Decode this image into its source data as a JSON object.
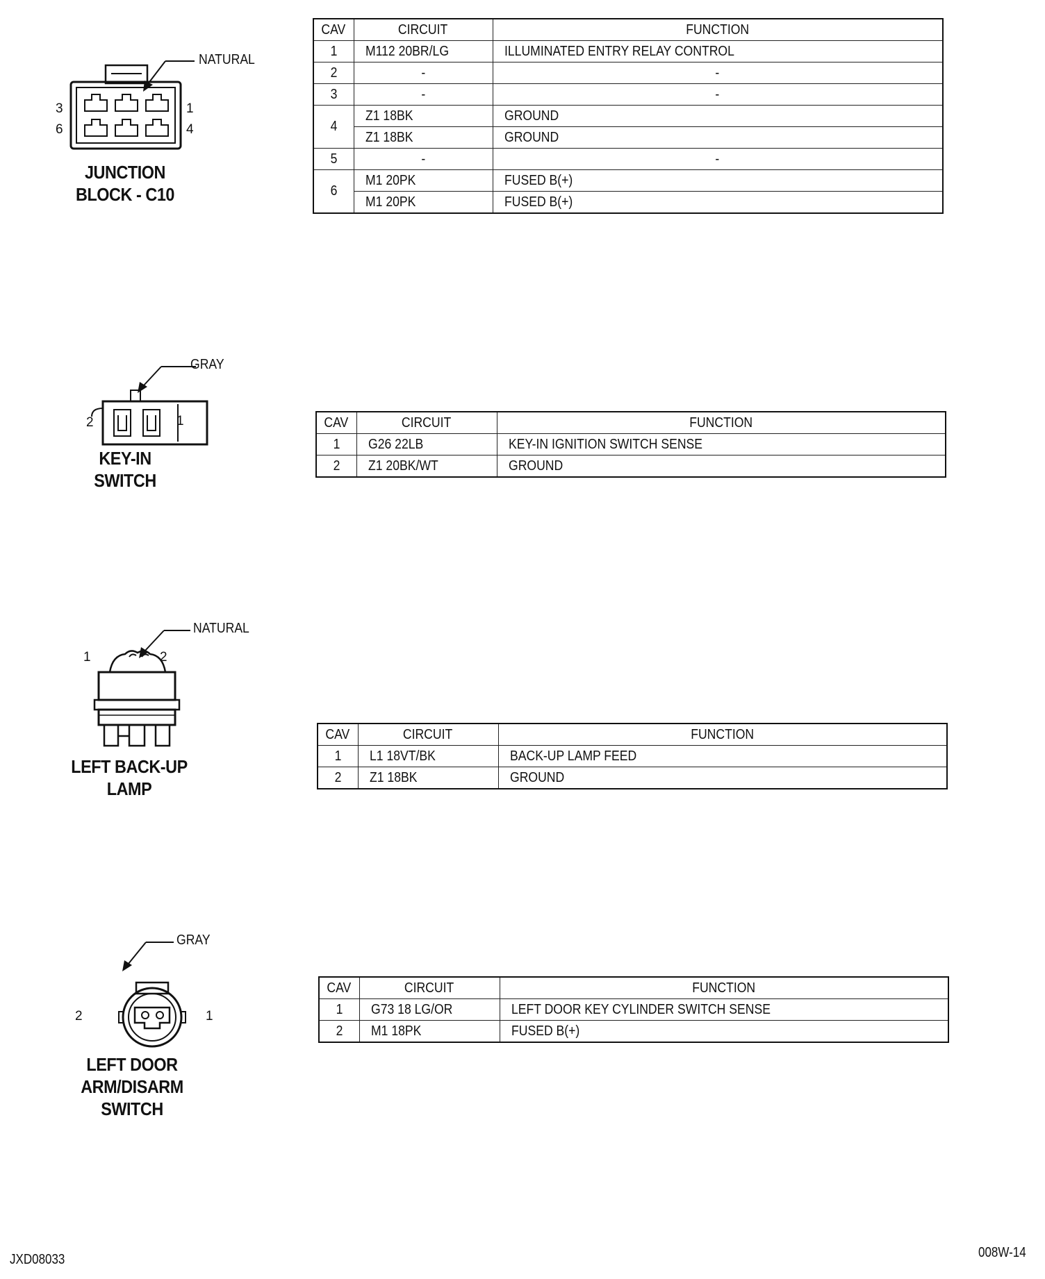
{
  "connectors": [
    {
      "title_lines": [
        "JUNCTION",
        "BLOCK - C10"
      ],
      "color": "NATURAL",
      "pins": {
        "left_top": "3",
        "left_bottom": "6",
        "right_top": "1",
        "right_bottom": "4"
      },
      "table": {
        "headers": [
          "CAV",
          "CIRCUIT",
          "FUNCTION"
        ],
        "rows": [
          {
            "cav": "1",
            "circuits": [
              {
                "circuit": "M112 20BR/LG",
                "function": "ILLUMINATED ENTRY RELAY CONTROL"
              }
            ]
          },
          {
            "cav": "2",
            "circuits": [
              {
                "circuit": "-",
                "function": "-"
              }
            ]
          },
          {
            "cav": "3",
            "circuits": [
              {
                "circuit": "-",
                "function": "-"
              }
            ]
          },
          {
            "cav": "4",
            "circuits": [
              {
                "circuit": "Z1 18BK",
                "function": "GROUND"
              },
              {
                "circuit": "Z1 18BK",
                "function": "GROUND"
              }
            ]
          },
          {
            "cav": "5",
            "circuits": [
              {
                "circuit": "-",
                "function": "-"
              }
            ]
          },
          {
            "cav": "6",
            "circuits": [
              {
                "circuit": "M1 20PK",
                "function": "FUSED B(+)"
              },
              {
                "circuit": "M1 20PK",
                "function": "FUSED B(+)"
              }
            ]
          }
        ]
      }
    },
    {
      "title_lines": [
        "KEY-IN",
        "SWITCH"
      ],
      "color": "GRAY",
      "pins": {
        "left": "2",
        "right": "1"
      },
      "table": {
        "headers": [
          "CAV",
          "CIRCUIT",
          "FUNCTION"
        ],
        "rows": [
          {
            "cav": "1",
            "circuits": [
              {
                "circuit": "G26 22LB",
                "function": "KEY-IN IGNITION SWITCH SENSE"
              }
            ]
          },
          {
            "cav": "2",
            "circuits": [
              {
                "circuit": "Z1 20BK/WT",
                "function": "GROUND"
              }
            ]
          }
        ]
      }
    },
    {
      "title_lines": [
        "LEFT BACK-UP",
        "LAMP"
      ],
      "color": "NATURAL",
      "pins": {
        "left": "1",
        "right": "2"
      },
      "table": {
        "headers": [
          "CAV",
          "CIRCUIT",
          "FUNCTION"
        ],
        "rows": [
          {
            "cav": "1",
            "circuits": [
              {
                "circuit": "L1 18VT/BK",
                "function": "BACK-UP LAMP FEED"
              }
            ]
          },
          {
            "cav": "2",
            "circuits": [
              {
                "circuit": "Z1 18BK",
                "function": "GROUND"
              }
            ]
          }
        ]
      }
    },
    {
      "title_lines": [
        "LEFT DOOR",
        "ARM/DISARM",
        "SWITCH"
      ],
      "color": "GRAY",
      "pins": {
        "left": "2",
        "right": "1"
      },
      "table": {
        "headers": [
          "CAV",
          "CIRCUIT",
          "FUNCTION"
        ],
        "rows": [
          {
            "cav": "1",
            "circuits": [
              {
                "circuit": "G73 18 LG/OR",
                "function": "LEFT DOOR KEY CYLINDER SWITCH SENSE"
              }
            ]
          },
          {
            "cav": "2",
            "circuits": [
              {
                "circuit": "M1 18PK",
                "function": "FUSED B(+)"
              }
            ]
          }
        ]
      }
    }
  ],
  "footer": {
    "left": "JXD08033",
    "right": "008W-14"
  }
}
